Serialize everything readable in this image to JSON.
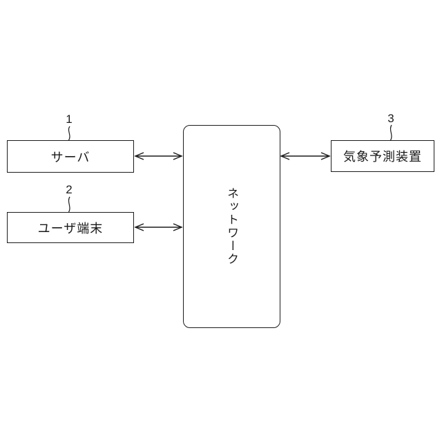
{
  "diagram": {
    "background": "#ffffff",
    "line_color": "#1a1a1a",
    "boxes": {
      "server": {
        "label": "サーバ",
        "ref": "1"
      },
      "user_terminal": {
        "label": "ユーザ端末",
        "ref": "2"
      },
      "network": {
        "label": "ネットワーク"
      },
      "weather_device": {
        "label": "気象予測装置",
        "ref": "3"
      }
    }
  }
}
